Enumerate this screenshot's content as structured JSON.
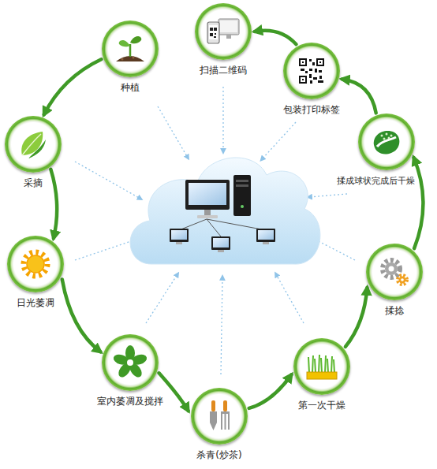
{
  "diagram": {
    "nodes": [
      {
        "text": [
          "种植"
        ]
      },
      {
        "text": [
          "采摘"
        ]
      },
      {
        "text": [
          "日光萎凋"
        ]
      },
      {
        "text": [
          "室内萎凋及搅拌"
        ]
      },
      {
        "text": [
          "杀青(炒茶)"
        ]
      },
      {
        "text": [
          "第一次干燥"
        ]
      },
      {
        "text": [
          "揉捻"
        ]
      },
      {
        "text": [
          "揉成球状完成后干燥"
        ]
      },
      {
        "text": [
          "包装打印标签"
        ]
      },
      {
        "text": [
          "扫描二维码"
        ]
      }
    ],
    "edges": [
      {
        "from": 0,
        "to": 1,
        "arrow": "to"
      },
      {
        "from": 1,
        "to": 2,
        "arrow": "to"
      },
      {
        "from": 2,
        "to": 3,
        "arrow": "to"
      },
      {
        "from": 3,
        "to": 4,
        "arrow": "to"
      },
      {
        "from": 4,
        "to": 5,
        "arrow": "to"
      },
      {
        "from": 5,
        "to": 6,
        "arrow": "to"
      },
      {
        "from": 6,
        "to": 7,
        "arrow": "to"
      },
      {
        "from": 7,
        "to": 8,
        "arrow": "to"
      },
      {
        "from": 8,
        "to": 9,
        "arrow": "to"
      }
    ]
  }
}
